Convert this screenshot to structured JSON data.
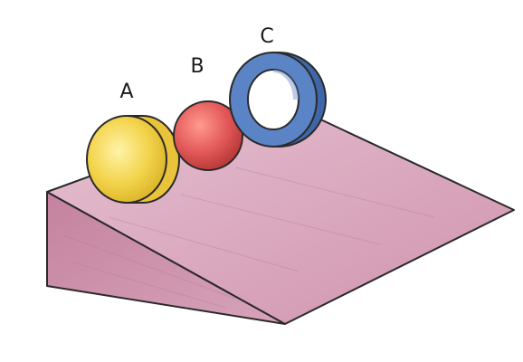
{
  "figure": {
    "labels": {
      "a": "A",
      "b": "B",
      "c": "C"
    },
    "colors": {
      "ramp_top": "#dcb0c4",
      "ramp_side": "#c88aa7",
      "ramp_outline": "#2a2a2a",
      "cylinder_a": "#f2d349",
      "ball_b": "#e45a5a",
      "ring_c": "#4f78b7"
    }
  }
}
